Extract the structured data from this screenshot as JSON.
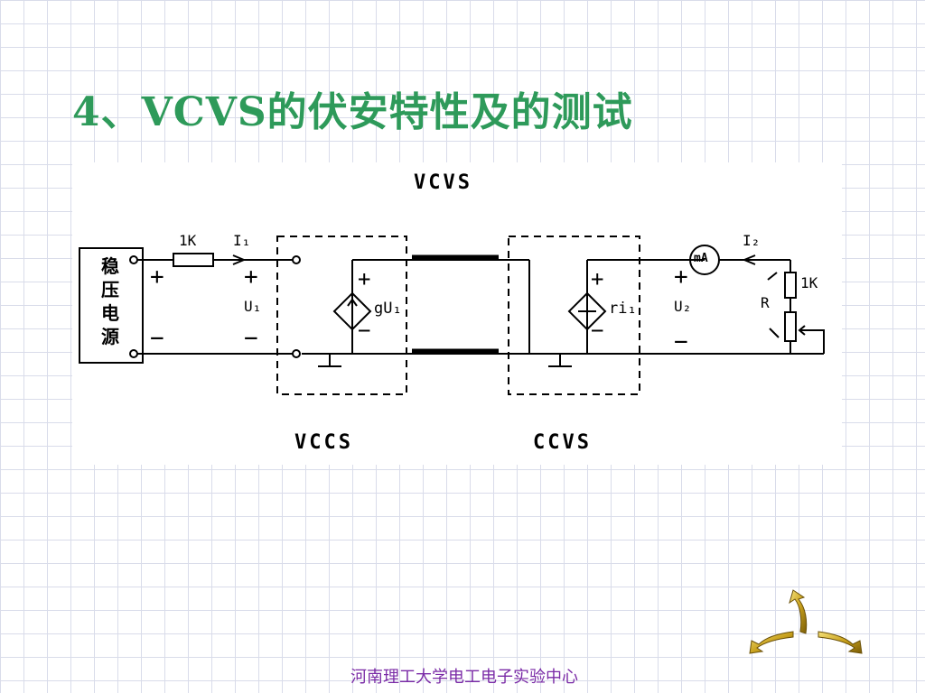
{
  "slide": {
    "title": "4、VCVS的伏安特性及的测试",
    "footer": "河南理工大学电工电子实验中心"
  },
  "diagram": {
    "top_label": "VCVS",
    "source_chars": [
      "稳",
      "压",
      "电",
      "源"
    ],
    "resistor_label": "1K",
    "current_in": "I₁",
    "current_out": "I₂",
    "voltage_in": "U₁",
    "voltage_out": "U₂",
    "vccs_source": "gU₁",
    "ccvs_source": "ri₁",
    "meter_label": "mA",
    "load_fixed": "1K",
    "load_variable": "R",
    "vccs_label": "VCCS",
    "ccvs_label": "CCVS",
    "plus": "+",
    "minus": "−"
  }
}
